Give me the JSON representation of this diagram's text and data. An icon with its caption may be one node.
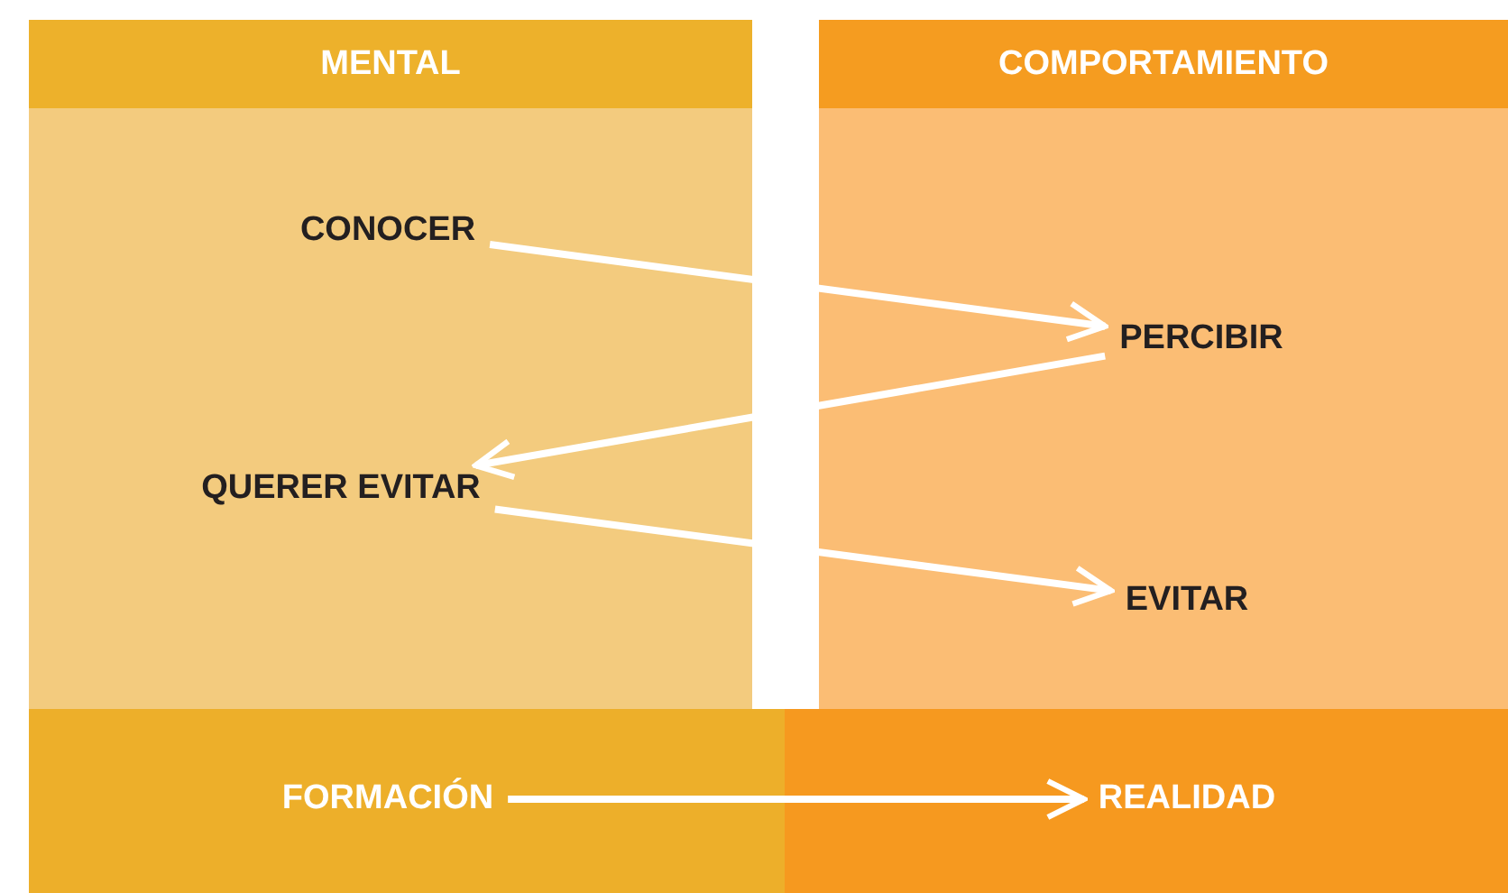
{
  "diagram": {
    "nodes": [
      {
        "text": [
          "MENTAL"
        ]
      },
      {
        "text": [
          "COMPORTAMIENTO"
        ]
      },
      {
        "text": [
          "CONOCER"
        ],
        "in": 0
      },
      {
        "text": [
          "PERCIBIR"
        ],
        "in": 1
      },
      {
        "text": [
          "QUERER EVITAR"
        ],
        "in": 0
      },
      {
        "text": [
          "EVITAR"
        ],
        "in": 1
      },
      {
        "text": [],
        "shape": "bar"
      },
      {
        "text": [
          "FORMACIÓN"
        ],
        "in": 6
      },
      {
        "text": [],
        "shape": "bar"
      },
      {
        "text": [
          "REALIDAD"
        ],
        "in": 8
      }
    ],
    "edges": [
      {
        "from": 2,
        "to": 3,
        "arrow": "to"
      },
      {
        "from": 3,
        "to": 4,
        "arrow": "to"
      },
      {
        "from": 4,
        "to": 5,
        "arrow": "to"
      },
      {
        "from": 7,
        "to": 9,
        "arrow": "to"
      }
    ]
  }
}
